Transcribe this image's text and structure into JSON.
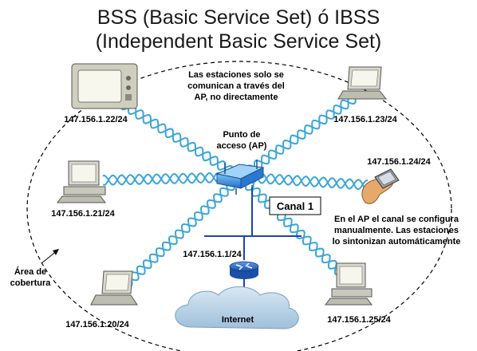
{
  "title": {
    "line1": "BSS (Basic Service Set) ó IBSS",
    "line2": "(Independent Basic Service Set)"
  },
  "note_top": {
    "line1": "Las estaciones solo se",
    "line2": "comunican a través del",
    "line3": "AP, no directamente"
  },
  "ap": {
    "label_line1": "Punto de",
    "label_line2": "acceso (AP)",
    "icon": "access-point-icon"
  },
  "channel": {
    "label": "Canal 1"
  },
  "note_right": {
    "line1": "En el AP el canal se configura",
    "line2": "manualmente. Las estaciones",
    "line3": "lo sintonizan automáticamente"
  },
  "coverage": {
    "line1": "Área de",
    "line2": "cobertura"
  },
  "router": {
    "ip": "147.156.1.1/24",
    "icon": "router-icon"
  },
  "internet": {
    "label": "Internet",
    "icon": "cloud-icon"
  },
  "stations": [
    {
      "ip": "147.156.1.22/24",
      "icon": "monitor-icon"
    },
    {
      "ip": "147.156.1.23/24",
      "icon": "laptop-icon"
    },
    {
      "ip": "147.156.1.24/24",
      "icon": "pda-icon"
    },
    {
      "ip": "147.156.1.21/24",
      "icon": "desktop-pc-icon"
    },
    {
      "ip": "147.156.1.20/24",
      "icon": "laptop-icon"
    },
    {
      "ip": "147.156.1.25/24",
      "icon": "desktop-pc-icon"
    }
  ],
  "colors": {
    "wave": "#3aa6d8",
    "wire": "#1f3fbf",
    "router": "#2c6fd6",
    "ap": "#3a8fe0",
    "cloud": "#bcd6ea"
  }
}
